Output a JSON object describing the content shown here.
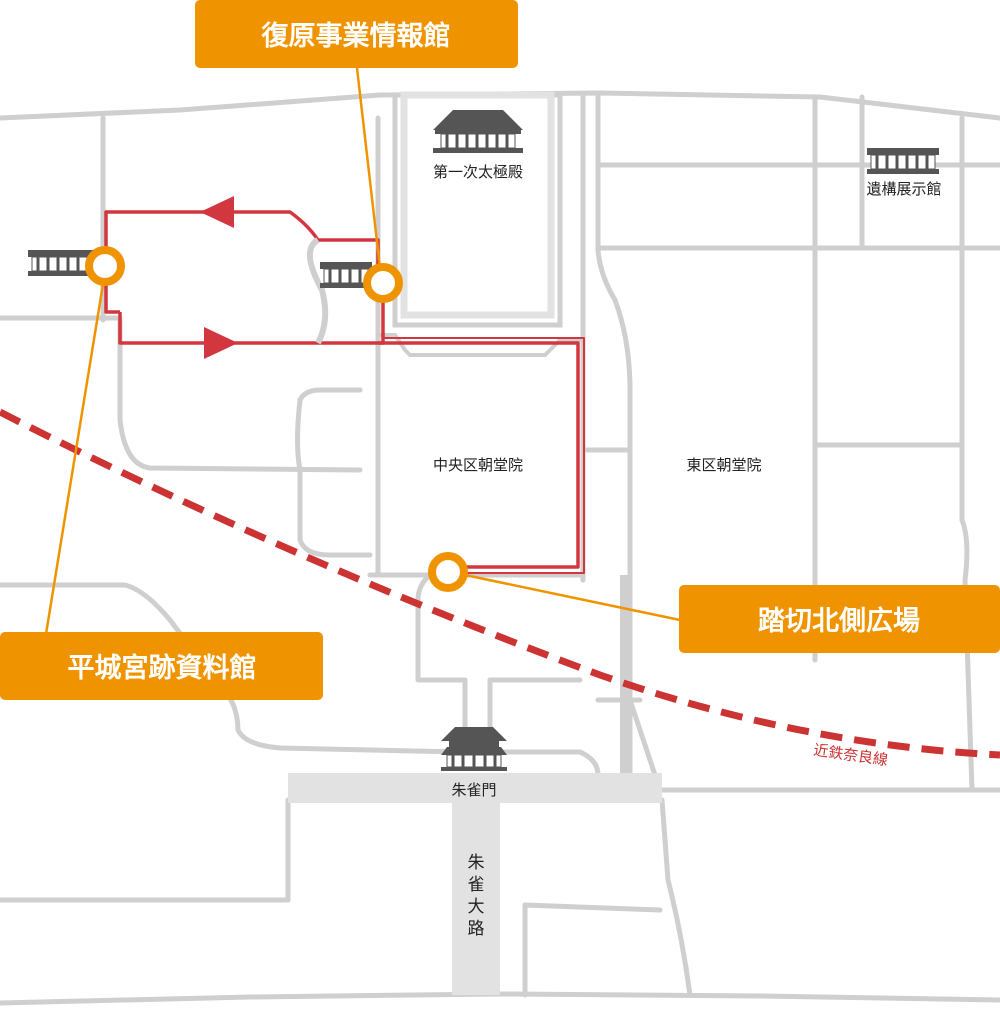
{
  "colors": {
    "road": "#cfcfcf",
    "road_fill": "#e2e2e2",
    "route": "#d2373f",
    "callout": "#ef9400",
    "rail": "#cc3333",
    "building": "#555555"
  },
  "callouts": {
    "fukugen": "復原事業情報館",
    "shiryokan": "平城宮跡資料館",
    "fumikiri": "踏切北側広場"
  },
  "places": {
    "daigokuden": "第一次太極殿",
    "iko_tenji": "遺構展示館",
    "chuo_chodoin": "中央区朝堂院",
    "higashi_chodoin": "東区朝堂院",
    "suzakumon": "朱雀門"
  },
  "road": {
    "suzaku_oji": [
      "朱",
      "雀",
      "大",
      "路"
    ]
  },
  "railway": {
    "name": "近鉄奈良線"
  },
  "icons": {
    "building": "temple-building-icon",
    "marker": "location-ring-icon",
    "arrow": "route-arrow-icon"
  }
}
